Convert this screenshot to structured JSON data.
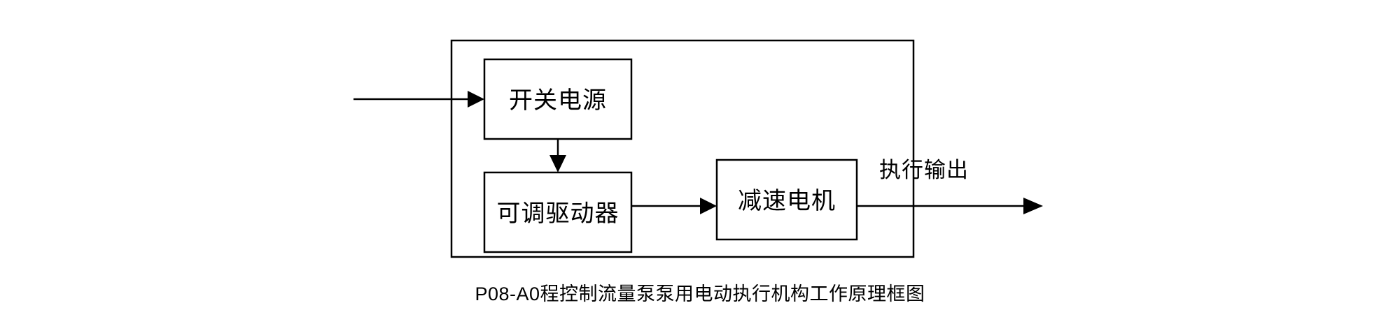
{
  "diagram": {
    "title_caption": "P08-A0程控制流量泵泵用电动执行机构工作原理框图",
    "stroke_color": "#000000",
    "background_color": "#ffffff",
    "outer_container": {
      "name": "电动执行机构",
      "label": ""
    },
    "blocks": [
      {
        "id": "switching-power-supply",
        "label": "开关电源"
      },
      {
        "id": "adjustable-driver",
        "label": "可调驱动器"
      },
      {
        "id": "gear-motor",
        "label": "减速电机"
      }
    ],
    "edge_labels": {
      "output": "执行输出",
      "input": ""
    },
    "connections": [
      {
        "from": "external-input",
        "to": "switching-power-supply",
        "arrow": true
      },
      {
        "from": "switching-power-supply",
        "to": "adjustable-driver",
        "arrow": true
      },
      {
        "from": "adjustable-driver",
        "to": "gear-motor",
        "arrow": true
      },
      {
        "from": "gear-motor",
        "to": "external-output",
        "arrow": true
      }
    ]
  }
}
